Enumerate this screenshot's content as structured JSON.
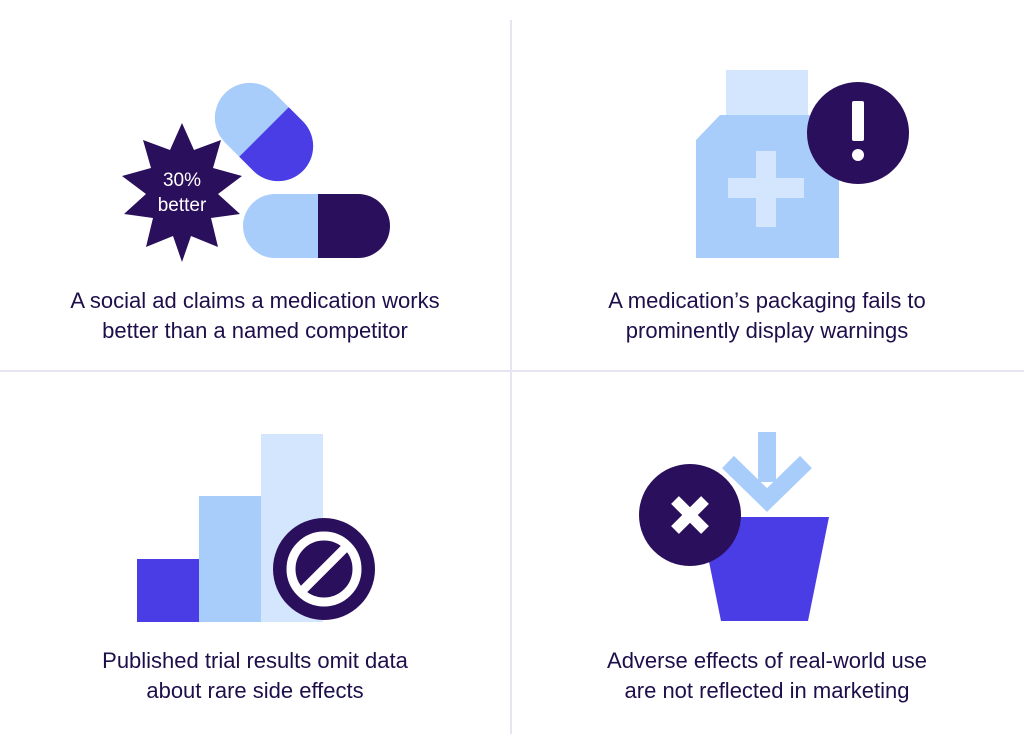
{
  "colors": {
    "dark_purple": "#2a0f5c",
    "indigo": "#4a3de6",
    "light_blue": "#a9cdfb",
    "pale_blue": "#d3e6fd",
    "divider": "#e6e6f2",
    "text": "#1e0f4a"
  },
  "panels": [
    {
      "icons": [
        "capsule-icon",
        "starburst-badge-icon"
      ],
      "badge_line1": "30%",
      "badge_line2": "better",
      "caption_line1": "A social ad claims a medication works",
      "caption_line2": "better than a named competitor"
    },
    {
      "icons": [
        "medicine-bottle-icon",
        "exclamation-icon"
      ],
      "caption_line1": "A medication’s packaging fails to",
      "caption_line2": "prominently display warnings"
    },
    {
      "icons": [
        "bar-chart-icon",
        "prohibited-icon"
      ],
      "caption_line1": "Published trial results omit data",
      "caption_line2": "about rare side effects"
    },
    {
      "icons": [
        "down-arrow-icon",
        "bucket-icon",
        "x-mark-icon"
      ],
      "caption_line1": "Adverse effects of real-world use",
      "caption_line2": "are not reflected in marketing"
    }
  ]
}
